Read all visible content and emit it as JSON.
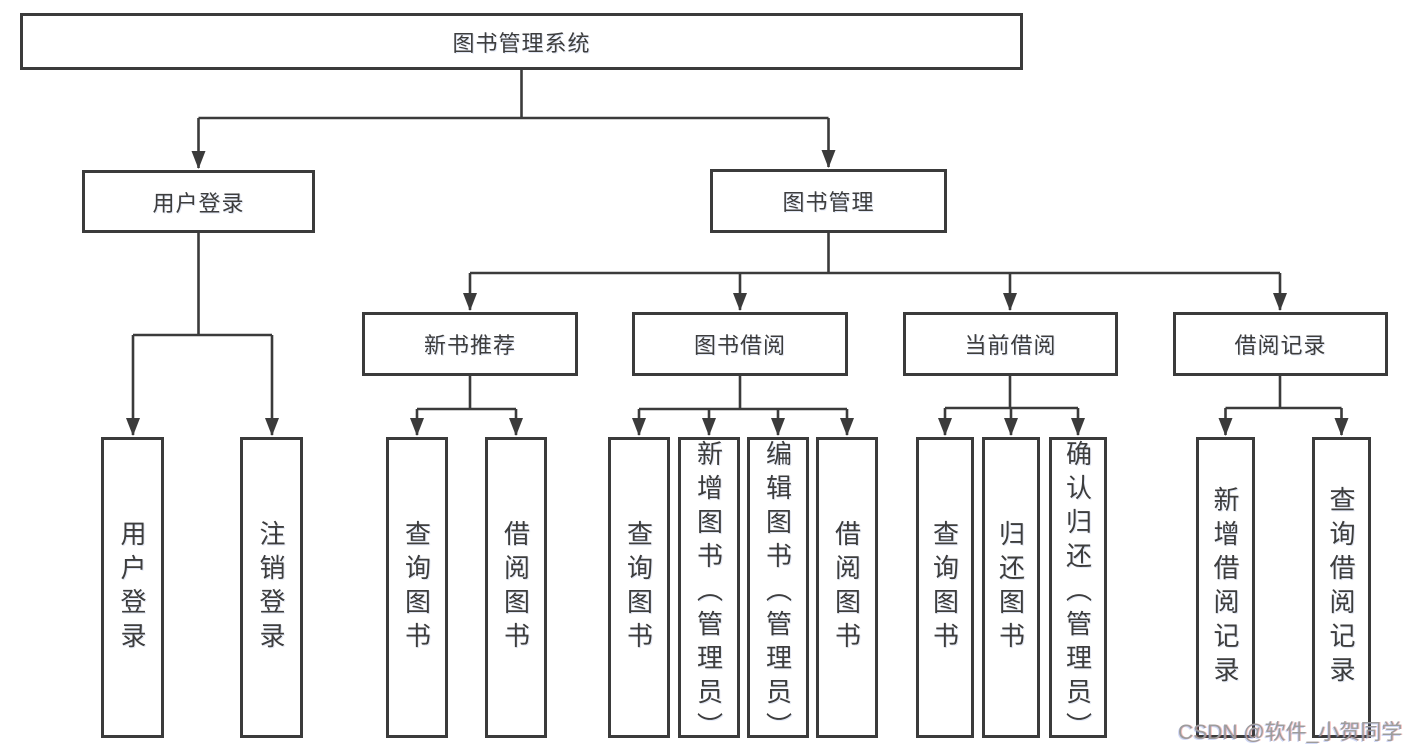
{
  "diagram": {
    "root": {
      "label": "图书管理系统"
    },
    "branches": {
      "user_login": {
        "label": "用户登录",
        "children": [
          {
            "label": "用户登录"
          },
          {
            "label": "注销登录"
          }
        ]
      },
      "book_mgmt": {
        "label": "图书管理",
        "children": {
          "new_book_rec": {
            "label": "新书推荐",
            "children": [
              {
                "label": "查询图书"
              },
              {
                "label": "借阅图书"
              }
            ]
          },
          "book_borrow": {
            "label": "图书借阅",
            "children": [
              {
                "label": "查询图书"
              },
              {
                "label": "新增图书（管理员）"
              },
              {
                "label": "编辑图书（管理员）"
              },
              {
                "label": "借阅图书"
              }
            ]
          },
          "current_borrow": {
            "label": "当前借阅",
            "children": [
              {
                "label": "查询图书"
              },
              {
                "label": "归还图书"
              },
              {
                "label": "确认归还（管理员）"
              }
            ]
          },
          "borrow_records": {
            "label": "借阅记录",
            "children": [
              {
                "label": "新增借阅记录"
              },
              {
                "label": "查询借阅记录"
              }
            ]
          }
        }
      }
    }
  },
  "watermark": {
    "text": "CSDN @软件_小贺同学"
  },
  "colors": {
    "line": "#3b3b3b",
    "box_border": "#3b3b3b",
    "text": "#3d3d3d",
    "watermark": "#9c9c9c",
    "background": "#ffffff"
  }
}
